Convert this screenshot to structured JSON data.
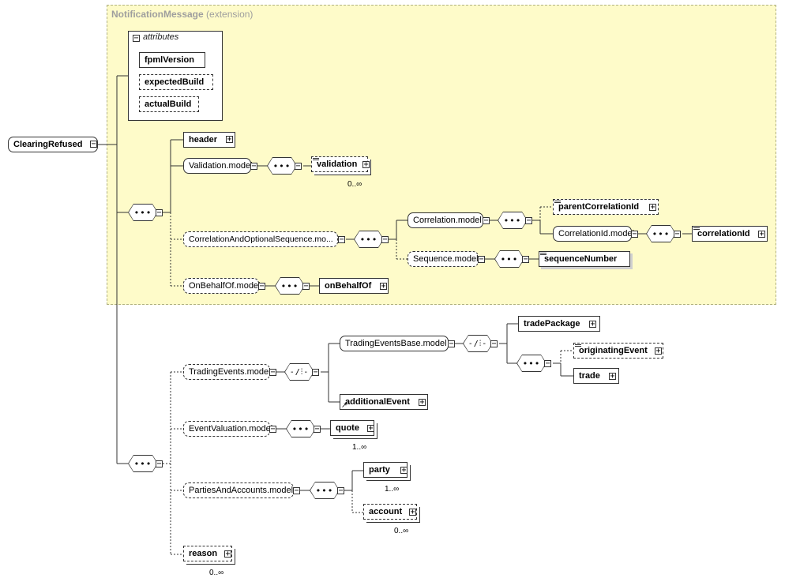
{
  "extension": {
    "name": "NotificationMessage",
    "suffix": "(extension)"
  },
  "attributes": {
    "title": "attributes",
    "items": [
      "fpmlVersion",
      "expectedBuild",
      "actualBuild"
    ]
  },
  "root": "ClearingRefused",
  "elements": {
    "header": "header",
    "validation_model": "Validation.model",
    "validation": "validation",
    "correlation_seq": "CorrelationAndOptionalSequence.mo...",
    "correlation_model": "Correlation.model",
    "parent_correlation_id": "parentCorrelationId",
    "correlation_id_model": "CorrelationId.model",
    "correlation_id": "correlationId",
    "sequence_model": "Sequence.model",
    "sequence_number": "sequenceNumber",
    "on_behalf_of_model": "OnBehalfOf.model",
    "on_behalf_of": "onBehalfOf",
    "trading_events_model": "TradingEvents.model",
    "trading_events_base_model": "TradingEventsBase.model",
    "trade_package": "tradePackage",
    "originating_event": "originatingEvent",
    "trade": "trade",
    "additional_event": "additionalEvent",
    "event_valuation_model": "EventValuation.model",
    "quote": "quote",
    "parties_accounts_model": "PartiesAndAccounts.model",
    "party": "party",
    "account": "account",
    "reason": "reason"
  },
  "cardinalities": {
    "validation": "0..∞",
    "quote": "1..∞",
    "party": "1..∞",
    "account": "0..∞",
    "reason": "0..∞"
  },
  "symbols": {
    "sequence": "•••",
    "choice": "⁄",
    "expand": "+",
    "collapse": "−"
  },
  "colors": {
    "extension_bg": "#fefbc9",
    "border": "#333333",
    "label_grey": "#9e9e9e"
  }
}
